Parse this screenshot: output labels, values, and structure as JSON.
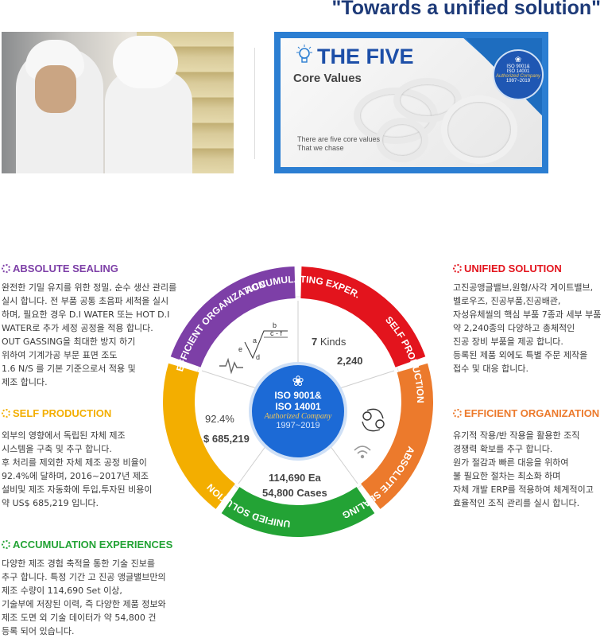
{
  "slogan": "\"Towards a unified solution\"",
  "core_banner": {
    "title": "THE FIVE",
    "subtitle": "Core Values",
    "note_line1": "There are five core values",
    "note_line2": "That we chase",
    "seal_line1": "ISO 9001&",
    "seal_line2": "ISO 14001",
    "seal_line3": "Authorized Company",
    "seal_line4": "1997~2019"
  },
  "sections": {
    "absolute_sealing": {
      "heading": "ABSOLUTE SEALING",
      "color": "#7d3fa7",
      "lines": [
        "완전한 기밀 유지를 위한 정밀, 순수 생산 관리를",
        "실시 합니다. 전 부품 공통 초음파 세척을 실시",
        "하며, 필요한 경우 D.I WATER 또는 HOT D.I",
        "WATER로 추가 세정 공정을 적용 합니다.",
        "OUT GASSING을 최대한 방지 하기",
        "위하여 기계가공 부문 표면 조도",
        "1.6 N/S 를 기본 기준으로서 적용 및",
        "제조 합니다."
      ]
    },
    "self_production": {
      "heading": "SELF PRODUCTION",
      "color": "#f3ae00",
      "lines": [
        "외부의 영향에서 독립된 자체 제조",
        "시스템을 구축 및 추구 합니다.",
        "후 처리를 제외한 자체 제조 공정 비율이",
        "92.4%에 달하며, 2016~2017년 제조",
        "설비및 제조 자동화에 투입,투자된 비용이",
        "약 US$ 685,219 입니다."
      ]
    },
    "accumulation": {
      "heading": "ACCUMULATION EXPERIENCES",
      "color": "#23a335",
      "lines": [
        "다양한 제조 경험 축적을 통한 기술 진보를",
        "추구 합니다. 특정 기간 고 진공 앵글밸브만의",
        "제조 수량이 114,690 Set 이상,",
        "기술부에 저장된 이력, 즉 다양한 제품 정보와",
        "제조 도면 외 기술 데이터가  약 54,800 건",
        "등록 되어 있습니다."
      ]
    },
    "unified_solution": {
      "heading": "UNIFIED SOLUTION",
      "color": "#e3141d",
      "lines": [
        "고진공앵글밸브,원형/사각 게이트밸브,",
        "벨로우즈, 진공부품,진공배관,",
        "자성유체씰의 핵심 부품 7종과 세부 부품",
        "약 2,240종의 다양하고 총체적인",
        "진공 장비 부품을 제공 합니다.",
        "등록된 제품 외에도 특별 주문 제작을",
        "접수 및 대응 합니다."
      ]
    },
    "efficient_organization": {
      "heading": "EFFICIENT ORGANIZATION",
      "color": "#ec7a2c",
      "lines": [
        "유기적 작용/반 작용을 활용한 조직",
        "경쟁력 확보를 추구 합니다.",
        "원가 절감과 빠른 대응을 위하여",
        "불 필요한 절차는 최소화 하며",
        "자체 개발 ERP를 적용하여 체계적이고",
        "효율적인 조직 관리를 실시 합니다."
      ]
    }
  },
  "wheel": {
    "segments": {
      "absolute": "ABSOLUTE SEALING",
      "unified": "UNIFIED SOLUTION",
      "efficient": "EFFICIENT ORGANIZATION",
      "accum": "ACCUMULATING EXPER.",
      "self": "SELF PRODUCTION"
    },
    "kinds_num": "7",
    "kinds_word": "Kinds",
    "kinds_total": "2,240",
    "ratio": "92.4%",
    "cost": "$ 685,219",
    "ea": "114,690 Ea",
    "cases": "54,800 Cases",
    "seal": {
      "l1": "ISO 9001&",
      "l2": "ISO 14001",
      "l3": "Authorized Company",
      "l4": "1997~2019"
    },
    "formula_a": "a",
    "formula_b": "b",
    "formula_cf": "c - f",
    "formula_e": "e",
    "formula_d": "d"
  }
}
